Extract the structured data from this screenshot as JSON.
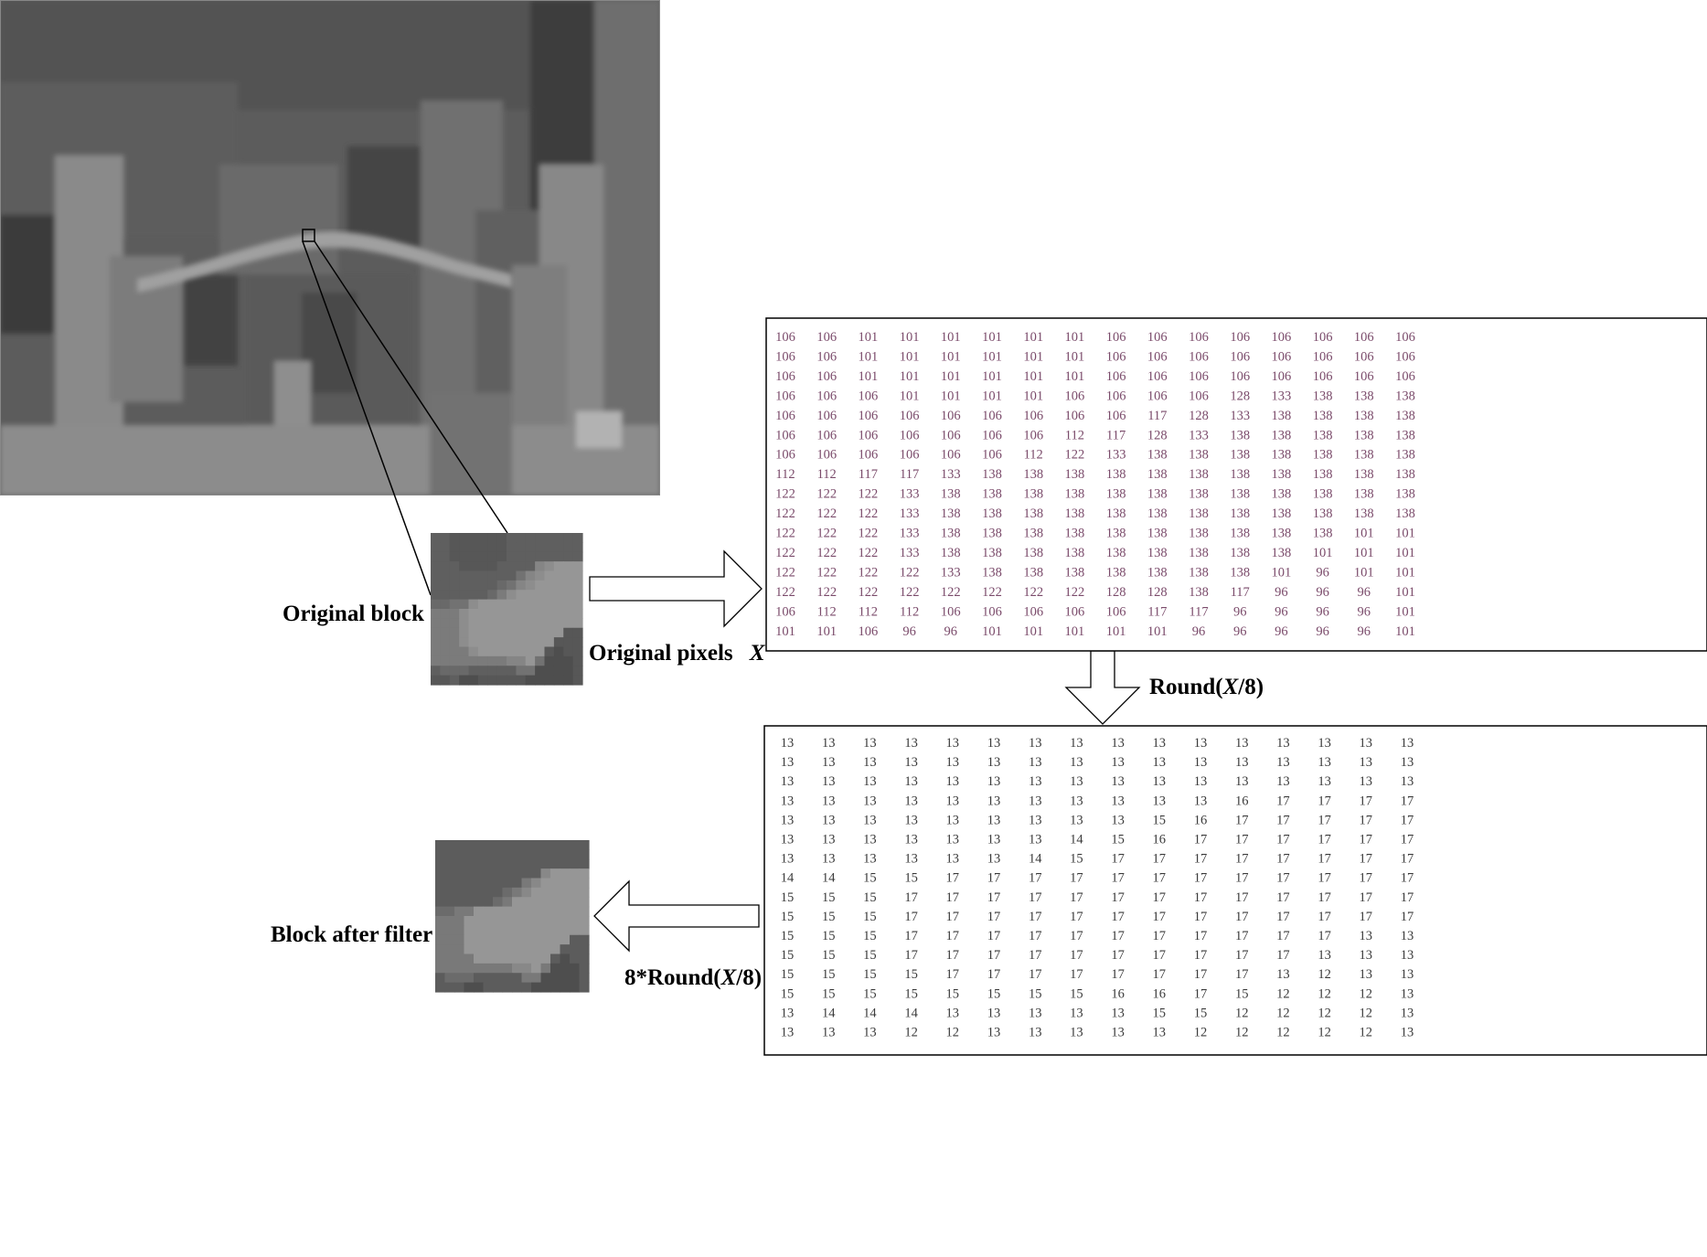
{
  "labels": {
    "original_block": "Original block",
    "original_pixels": "Original pixels",
    "original_pixels_var": "X",
    "round_prefix": "Round(",
    "round_var": "X",
    "round_suffix": "/8)",
    "block_after_filter": "Block after filter",
    "mult_prefix": "8*Round(",
    "mult_var": "X",
    "mult_suffix": "/8)"
  },
  "original_pixels": [
    [
      106,
      106,
      101,
      101,
      101,
      101,
      101,
      101,
      106,
      106,
      106,
      106,
      106,
      106,
      106,
      106
    ],
    [
      106,
      106,
      101,
      101,
      101,
      101,
      101,
      101,
      106,
      106,
      106,
      106,
      106,
      106,
      106,
      106
    ],
    [
      106,
      106,
      101,
      101,
      101,
      101,
      101,
      101,
      106,
      106,
      106,
      106,
      106,
      106,
      106,
      106
    ],
    [
      106,
      106,
      106,
      101,
      101,
      101,
      101,
      106,
      106,
      106,
      106,
      128,
      133,
      138,
      138,
      138
    ],
    [
      106,
      106,
      106,
      106,
      106,
      106,
      106,
      106,
      106,
      117,
      128,
      133,
      138,
      138,
      138,
      138
    ],
    [
      106,
      106,
      106,
      106,
      106,
      106,
      106,
      112,
      117,
      128,
      133,
      138,
      138,
      138,
      138,
      138
    ],
    [
      106,
      106,
      106,
      106,
      106,
      106,
      112,
      122,
      133,
      138,
      138,
      138,
      138,
      138,
      138,
      138
    ],
    [
      112,
      112,
      117,
      117,
      133,
      138,
      138,
      138,
      138,
      138,
      138,
      138,
      138,
      138,
      138,
      138
    ],
    [
      122,
      122,
      122,
      133,
      138,
      138,
      138,
      138,
      138,
      138,
      138,
      138,
      138,
      138,
      138,
      138
    ],
    [
      122,
      122,
      122,
      133,
      138,
      138,
      138,
      138,
      138,
      138,
      138,
      138,
      138,
      138,
      138,
      138
    ],
    [
      122,
      122,
      122,
      133,
      138,
      138,
      138,
      138,
      138,
      138,
      138,
      138,
      138,
      138,
      101,
      101
    ],
    [
      122,
      122,
      122,
      133,
      138,
      138,
      138,
      138,
      138,
      138,
      138,
      138,
      138,
      101,
      101,
      101
    ],
    [
      122,
      122,
      122,
      122,
      133,
      138,
      138,
      138,
      138,
      138,
      138,
      138,
      101,
      96,
      101,
      101
    ],
    [
      122,
      122,
      122,
      122,
      122,
      122,
      122,
      122,
      128,
      128,
      138,
      117,
      96,
      96,
      96,
      101
    ],
    [
      106,
      112,
      112,
      112,
      106,
      106,
      106,
      106,
      106,
      117,
      117,
      96,
      96,
      96,
      96,
      101
    ],
    [
      101,
      101,
      106,
      96,
      96,
      101,
      101,
      101,
      101,
      101,
      96,
      96,
      96,
      96,
      96,
      101
    ]
  ],
  "rounded": [
    [
      13,
      13,
      13,
      13,
      13,
      13,
      13,
      13,
      13,
      13,
      13,
      13,
      13,
      13,
      13,
      13
    ],
    [
      13,
      13,
      13,
      13,
      13,
      13,
      13,
      13,
      13,
      13,
      13,
      13,
      13,
      13,
      13,
      13
    ],
    [
      13,
      13,
      13,
      13,
      13,
      13,
      13,
      13,
      13,
      13,
      13,
      13,
      13,
      13,
      13,
      13
    ],
    [
      13,
      13,
      13,
      13,
      13,
      13,
      13,
      13,
      13,
      13,
      13,
      16,
      17,
      17,
      17,
      17
    ],
    [
      13,
      13,
      13,
      13,
      13,
      13,
      13,
      13,
      13,
      15,
      16,
      17,
      17,
      17,
      17,
      17
    ],
    [
      13,
      13,
      13,
      13,
      13,
      13,
      13,
      14,
      15,
      16,
      17,
      17,
      17,
      17,
      17,
      17
    ],
    [
      13,
      13,
      13,
      13,
      13,
      13,
      14,
      15,
      17,
      17,
      17,
      17,
      17,
      17,
      17,
      17
    ],
    [
      14,
      14,
      15,
      15,
      17,
      17,
      17,
      17,
      17,
      17,
      17,
      17,
      17,
      17,
      17,
      17
    ],
    [
      15,
      15,
      15,
      17,
      17,
      17,
      17,
      17,
      17,
      17,
      17,
      17,
      17,
      17,
      17,
      17
    ],
    [
      15,
      15,
      15,
      17,
      17,
      17,
      17,
      17,
      17,
      17,
      17,
      17,
      17,
      17,
      17,
      17
    ],
    [
      15,
      15,
      15,
      17,
      17,
      17,
      17,
      17,
      17,
      17,
      17,
      17,
      17,
      17,
      13,
      13
    ],
    [
      15,
      15,
      15,
      17,
      17,
      17,
      17,
      17,
      17,
      17,
      17,
      17,
      17,
      13,
      13,
      13
    ],
    [
      15,
      15,
      15,
      15,
      17,
      17,
      17,
      17,
      17,
      17,
      17,
      17,
      13,
      12,
      13,
      13
    ],
    [
      15,
      15,
      15,
      15,
      15,
      15,
      15,
      15,
      16,
      16,
      17,
      15,
      12,
      12,
      12,
      13
    ],
    [
      13,
      14,
      14,
      14,
      13,
      13,
      13,
      13,
      13,
      15,
      15,
      12,
      12,
      12,
      12,
      13
    ],
    [
      13,
      13,
      13,
      12,
      12,
      13,
      13,
      13,
      13,
      13,
      12,
      12,
      12,
      12,
      12,
      13
    ]
  ],
  "colors": {
    "original_number": "#7a4a6a",
    "rounded_number": "#3a3a3a",
    "outline": "#000000"
  }
}
